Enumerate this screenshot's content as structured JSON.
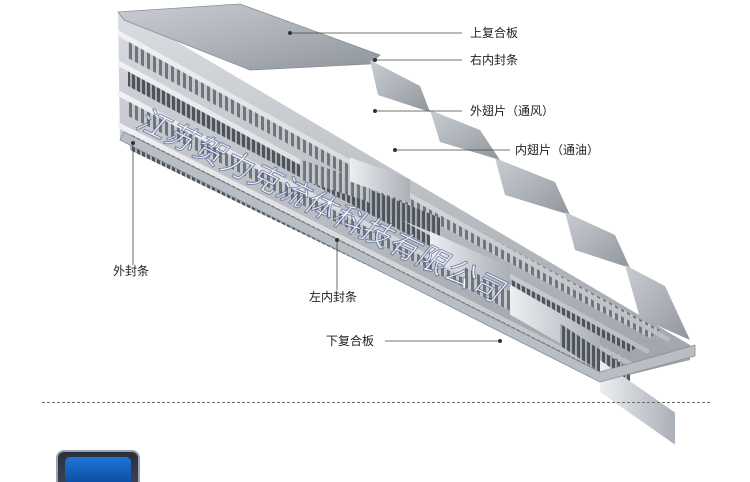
{
  "diagram": {
    "labels": {
      "top_plate": "上复合板",
      "right_inner_seal": "右内封条",
      "outer_fin": "外翅片（通风）",
      "inner_fin": "内翅片（通油）",
      "outer_seal": "外封条",
      "left_inner_seal": "左内封条",
      "bottom_plate": "下复合板"
    },
    "watermark": "江苏贺力克流体科技有限公司"
  },
  "colors": {
    "background": "#ffffff",
    "leader_line": "#444444",
    "divider": "#6b6b6b",
    "badge_blue": "#1f74d6"
  }
}
